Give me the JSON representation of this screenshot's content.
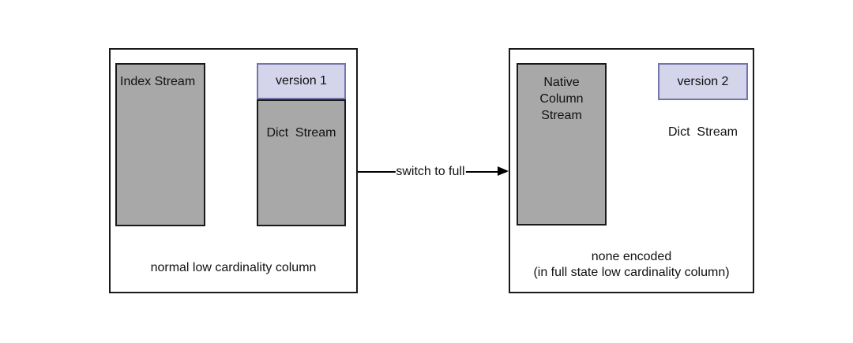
{
  "diagram": {
    "left_box": {
      "index_stream_label": "Index Stream",
      "version_label": "version 1",
      "dict_stream_label": "Dict  Stream",
      "caption": "normal low cardinality column"
    },
    "arrow": {
      "label": "switch to full"
    },
    "right_box": {
      "native_stream_label": "Native Column Stream",
      "version_label": "version 2",
      "dict_stream_label": "Dict  Stream",
      "caption_line1": "none encoded",
      "caption_line2": "(in full state low cardinality column)"
    },
    "colors": {
      "stream_fill": "#a8a8a8",
      "stream_border": "#1a1a1a",
      "version_fill": "#d4d4ea",
      "version_border": "#7575ab",
      "container_border": "#1a1a1a",
      "arrow": "#000000",
      "background": "#ffffff"
    }
  }
}
